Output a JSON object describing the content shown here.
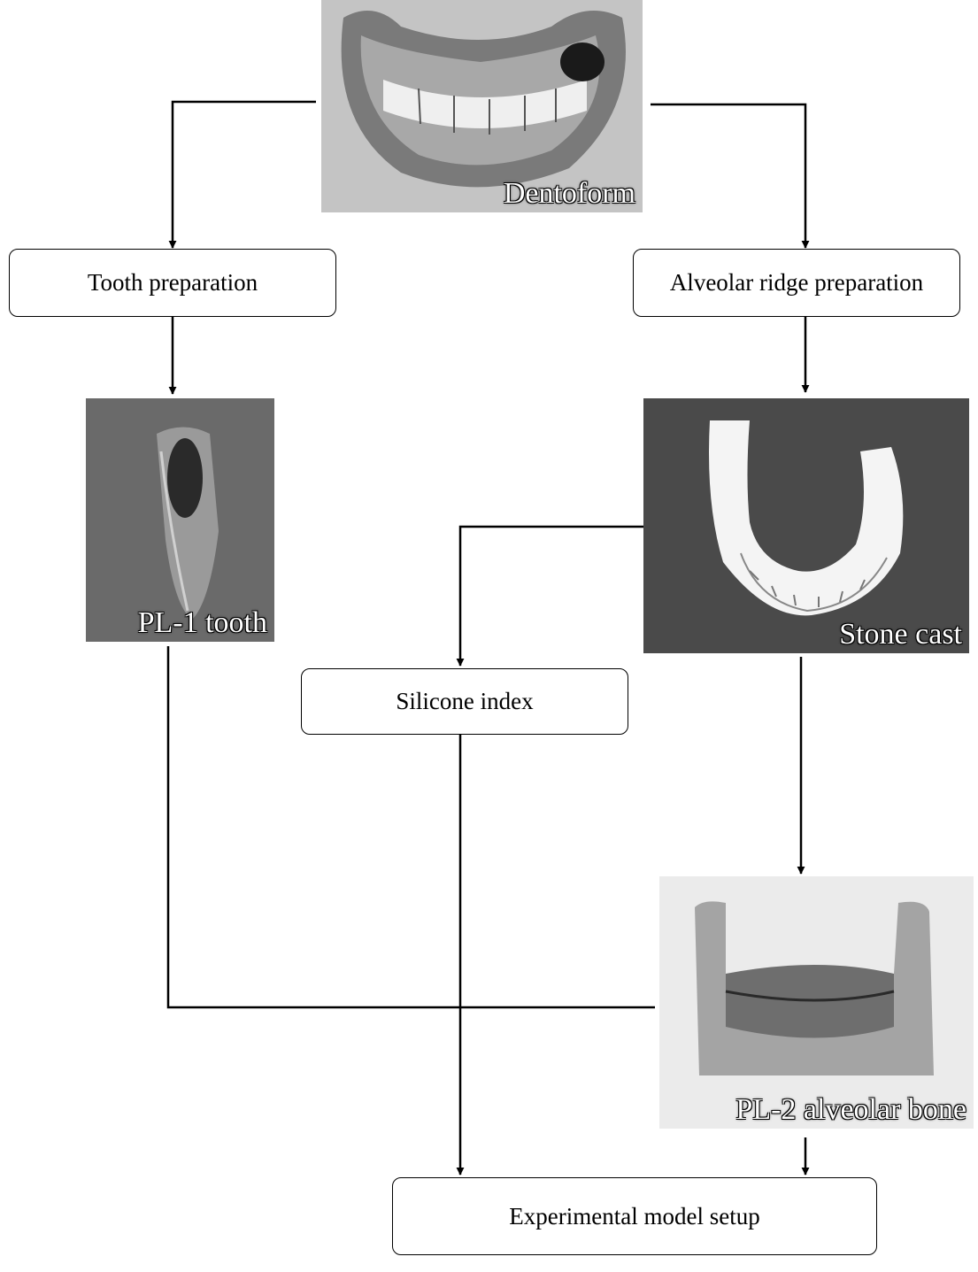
{
  "nodes": {
    "dentoform": {
      "caption": "Dentoform"
    },
    "tooth_prep": {
      "label": "Tooth preparation"
    },
    "ridge_prep": {
      "label": "Alveolar ridge preparation"
    },
    "pl1": {
      "caption": "PL-1 tooth"
    },
    "stone_cast": {
      "caption": "Stone cast"
    },
    "silicone": {
      "label": "Silicone index"
    },
    "pl2": {
      "caption": "PL-2 alveolar bone"
    },
    "setup": {
      "label": "Experimental model setup"
    }
  },
  "colors": {
    "line": "#000000",
    "photo_dark": "#555555",
    "photo_light": "#d8d8d8",
    "model_white": "#f4f4f4"
  }
}
